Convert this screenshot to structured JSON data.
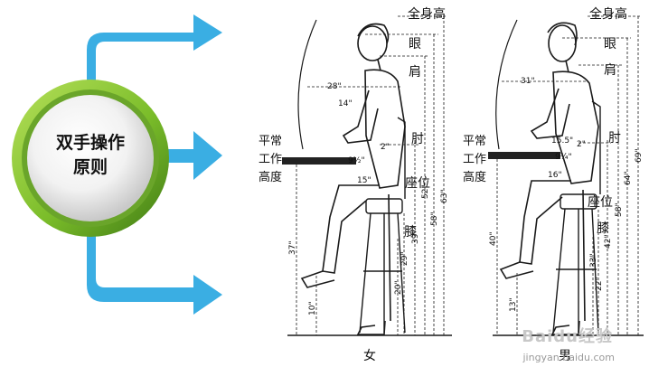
{
  "circle": {
    "line1": "双手操作",
    "line2": "原则"
  },
  "colors": {
    "arrow": "#3aaee3",
    "ring": "#8dc63f",
    "ring_dark": "#4d8a1c",
    "ink": "#1a1a1a"
  },
  "female": {
    "caption": "女",
    "labels": {
      "full_height": "全身高",
      "eye": "眼",
      "shoulder": "肩",
      "elbow": "肘",
      "seat": "座位",
      "knee": "膝",
      "work_height_1": "平常",
      "work_height_2": "工作",
      "work_height_3": "高度"
    },
    "dims": {
      "reach": "28\"",
      "forearm": "14\"",
      "elbow_rest": "2\"",
      "hand": "9½\"",
      "thigh": "15\"",
      "full": "63\"",
      "eye": "58\"",
      "shoulder": "52\"",
      "elbow": "39\"",
      "knee": "29\"",
      "seat": "20\"",
      "work": "37\"",
      "foot": "10\""
    }
  },
  "male": {
    "caption": "男",
    "labels": {
      "full_height": "全身高",
      "eye": "眼",
      "shoulder": "肩",
      "elbow": "肘",
      "seat": "座位",
      "knee": "膝",
      "work_height_1": "平常",
      "work_height_2": "工作",
      "work_height_3": "高度"
    },
    "dims": {
      "reach": "31\"",
      "forearm": "15.5\"",
      "elbow_rest": "2\"",
      "hand": "9¾\"",
      "thigh": "16\"",
      "full": "69\"",
      "eye": "64\"",
      "shoulder": "58\"",
      "elbow": "42\"",
      "knee": "33\"",
      "seat": "22\"",
      "work": "40\"",
      "foot": "13\""
    }
  },
  "watermark": {
    "logo": "Baidu经验",
    "url": "jingyan.baidu.com"
  }
}
